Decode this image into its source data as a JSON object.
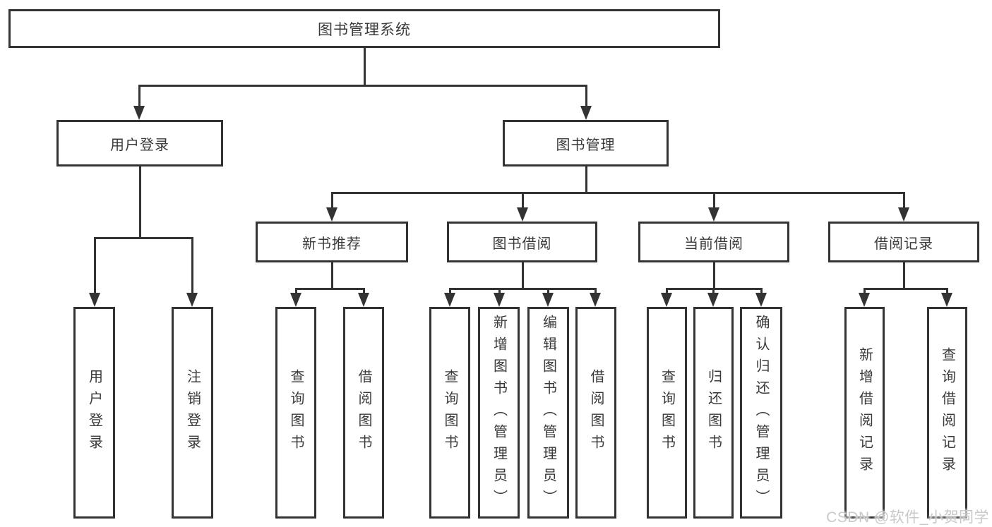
{
  "diagram": {
    "root": {
      "label": "图书管理系统"
    },
    "user_login_branch": {
      "label": "用户登录",
      "children": [
        {
          "label": "用户登录"
        },
        {
          "label": "注销登录"
        }
      ]
    },
    "book_mgmt_branch": {
      "label": "图书管理",
      "groups": [
        {
          "label": "新书推荐",
          "children": [
            {
              "label": "查询图书"
            },
            {
              "label": "借阅图书"
            }
          ]
        },
        {
          "label": "图书借阅",
          "children": [
            {
              "label": "查询图书"
            },
            {
              "label": "新增图书（管理员）"
            },
            {
              "label": "编辑图书（管理员）"
            },
            {
              "label": "借阅图书"
            }
          ]
        },
        {
          "label": "当前借阅",
          "children": [
            {
              "label": "查询图书"
            },
            {
              "label": "归还图书"
            },
            {
              "label": "确认归还（管理员）"
            }
          ]
        },
        {
          "label": "借阅记录",
          "children": [
            {
              "label": "新增借阅记录"
            },
            {
              "label": "查询借阅记录"
            }
          ]
        }
      ]
    }
  },
  "watermark": {
    "text": "CSDN @软件_小贺同学"
  },
  "colors": {
    "line": "#333333",
    "text": "#3a3a3a",
    "background": "#ffffff",
    "watermark": "#c9c9c9"
  }
}
